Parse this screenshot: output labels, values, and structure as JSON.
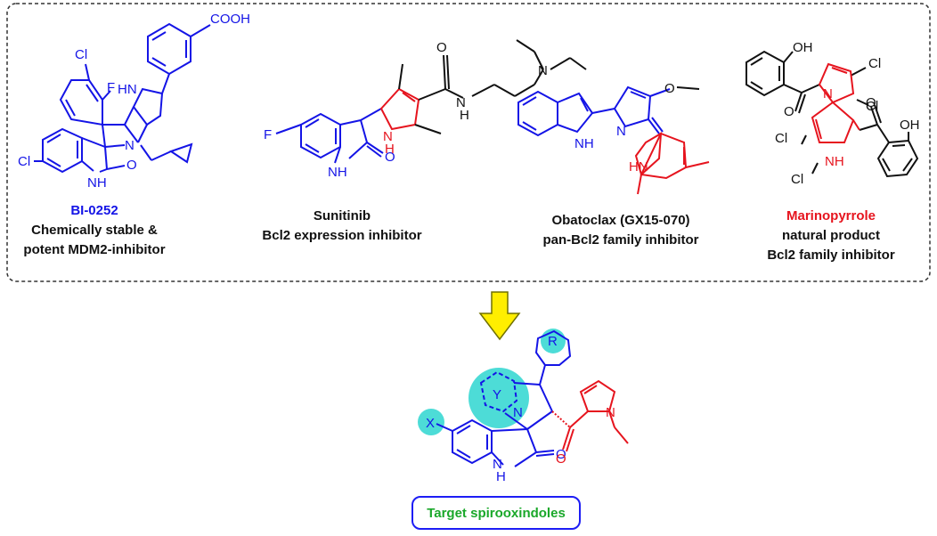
{
  "colors": {
    "blue": "#1414e6",
    "red": "#e6141e",
    "black": "#111111",
    "green": "#1aa82a",
    "arrow_fill": "#ffee00",
    "arrow_stroke": "#707000",
    "highlight": "#2ed6d0"
  },
  "compounds": [
    {
      "name": "BI-0252",
      "line1": "Chemically stable &",
      "line2": "potent MDM2-inhibitor"
    },
    {
      "name": "Sunitinib",
      "line1": "Bcl2 expression inhibitor"
    },
    {
      "name": "Obatoclax (GX15-070)",
      "line1": "pan-Bcl2 family inhibitor"
    },
    {
      "name": "Marinopyrrole",
      "line1": "natural product",
      "line2": "Bcl2 family inhibitor"
    }
  ],
  "atoms": {
    "cooh": "COOH",
    "cl": "Cl",
    "f": "F",
    "hn": "HN",
    "n": "N",
    "nh": "NH",
    "h": "H",
    "o": "O",
    "x": "X",
    "r": "R",
    "y": "Y",
    "oh": "OH"
  },
  "target": {
    "label": "Target spirooxindoles"
  }
}
